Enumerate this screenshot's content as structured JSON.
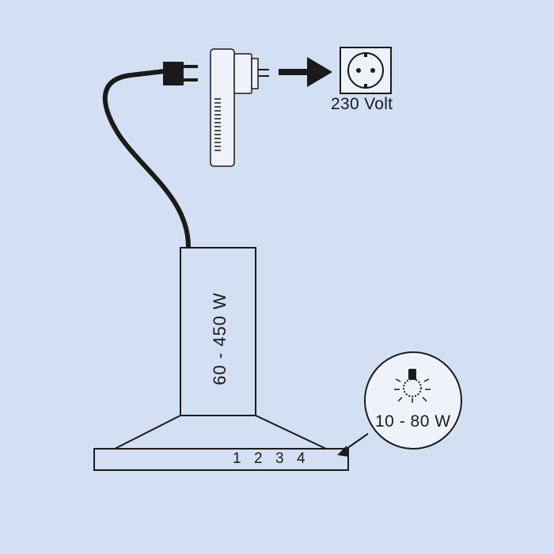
{
  "socket": {
    "voltage_label": "230 Volt"
  },
  "hood": {
    "power_label": "60 - 450 W"
  },
  "lamp": {
    "power_label": "10 - 80 W"
  },
  "controls": {
    "levels": [
      "1",
      "2",
      "3",
      "4"
    ]
  },
  "colors": {
    "background": "#d3dff3",
    "ink": "#1a1a1a"
  }
}
